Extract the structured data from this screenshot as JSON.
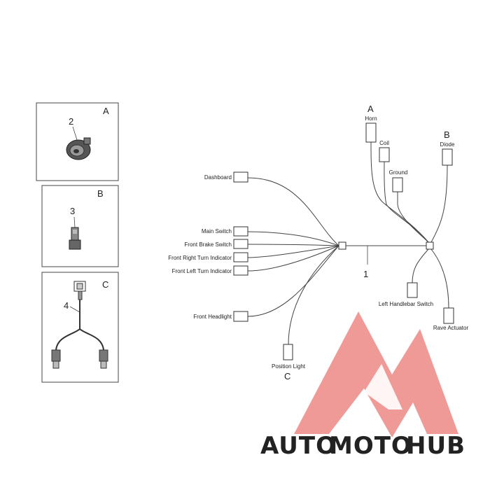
{
  "insets": [
    {
      "letter": "A",
      "number": "2"
    },
    {
      "letter": "B",
      "number": "3"
    },
    {
      "letter": "C",
      "number": "4"
    }
  ],
  "harness_number": "1",
  "callouts": {
    "horn_group": "A",
    "diode_group": "B",
    "position_light_group": "C"
  },
  "connectors": {
    "dashboard": "Dashboard",
    "main_switch": "Main Switch",
    "front_brake_switch": "Front Brake Switch",
    "front_right_turn_indicator": "Front Right Turn Indicator",
    "front_left_turn_indicator": "Front Left Turn Indicator",
    "front_headlight": "Front Headlight",
    "position_light": "Position Light",
    "horn": "Horn",
    "coil": "Coil",
    "ground": "Ground",
    "diode": "Diode",
    "left_handlebar_switch": "Left Handlebar Switch",
    "rave_actuator": "Rave Actuator"
  },
  "watermark": {
    "part1": "AUTO",
    "part2": "MOTO",
    "part3": "HUB"
  },
  "colors": {
    "line": "#444444",
    "watermark_red": "#e8605c",
    "watermark_yellow": "#f4c06a",
    "watermark_gray": "#9a9a9a"
  }
}
